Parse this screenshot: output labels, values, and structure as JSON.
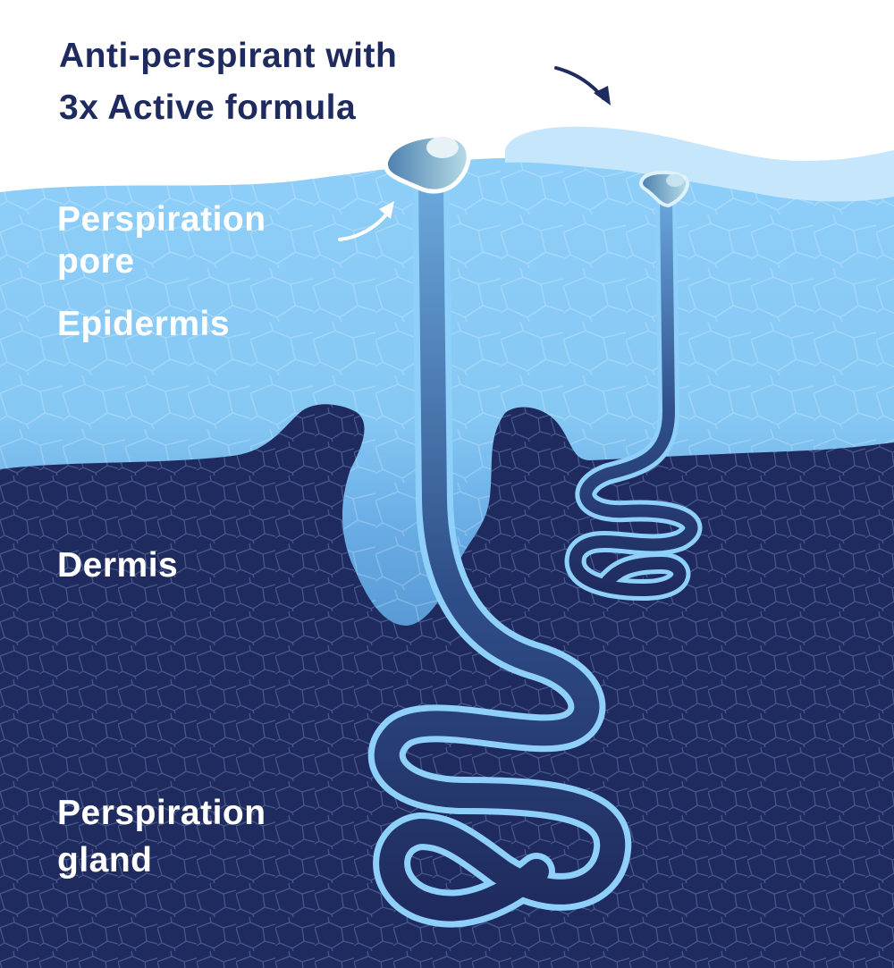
{
  "title": {
    "line1": "Anti-perspirant with",
    "line2": "3x Active formula"
  },
  "labels": {
    "pore_line1": "Perspiration",
    "pore_line2": "pore",
    "epidermis": "Epidermis",
    "dermis": "Dermis",
    "gland_line1": "Perspiration",
    "gland_line2": "gland"
  },
  "colors": {
    "navy": "#1f2b5e",
    "epidermis": "#8ecff9",
    "film": "#c6e6fb",
    "duct_outline": "#8fd0fb"
  }
}
